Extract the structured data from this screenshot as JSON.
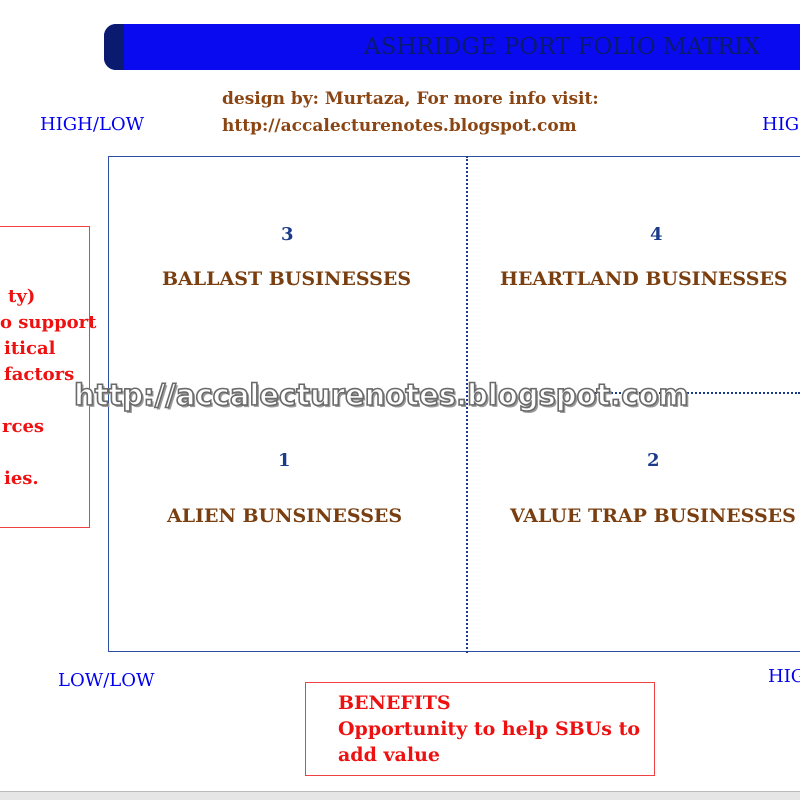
{
  "title": "ASHRIDGE PORT FOLIO MATRIX",
  "credit": {
    "line1": "design by: Murtaza, For more info visit:",
    "line2": "http://accalecturenotes.blogspot.com"
  },
  "corners": {
    "top_left": "HIGH/LOW",
    "top_right": "HIG",
    "bottom_left": "LOW/LOW",
    "bottom_right": "HIG"
  },
  "quadrants": [
    {
      "number": "3",
      "label": "BALLAST BUSINESSES"
    },
    {
      "number": "4",
      "label": "HEARTLAND BUSINESSES"
    },
    {
      "number": "1",
      "label": "ALIEN BUNSINESSES"
    },
    {
      "number": "2",
      "label": "VALUE TRAP BUSINESSES"
    }
  ],
  "left_note": [
    "ty)",
    "o support",
    "itical",
    "factors",
    "",
    "rces",
    "",
    "ies."
  ],
  "benefits": {
    "heading": "BENEFITS",
    "line1": "Opportunity to help SBUs to",
    "line2": "add value"
  },
  "watermark": "http://accalecturenotes.blogspot.com",
  "colors": {
    "title_bar": "#0a0af0",
    "title_text": "#0a1a6e",
    "credit": "#8b4513",
    "corner_labels": "#0000ee",
    "quadrant_labels": "#7a3f10",
    "note_text": "#ee1111"
  }
}
